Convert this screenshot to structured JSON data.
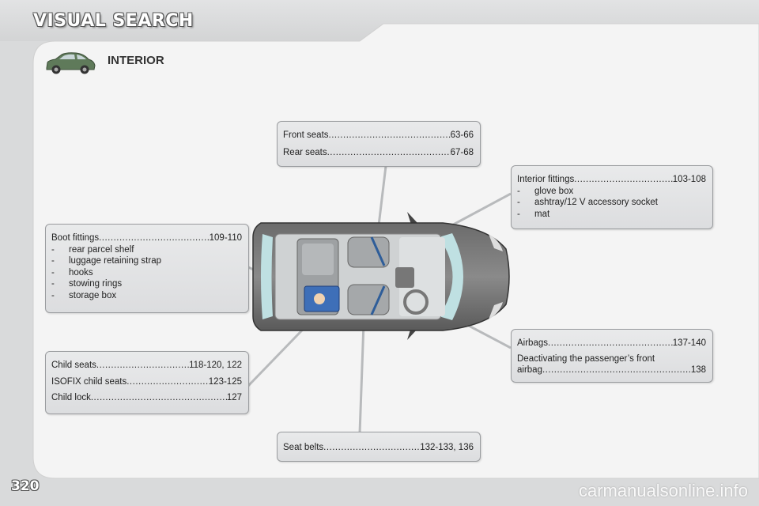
{
  "header": {
    "title": "VISUAL SEARCH"
  },
  "section": {
    "title": "INTERIOR"
  },
  "footer": {
    "page_number": "320",
    "watermark": "carmanualsonline.info"
  },
  "callouts": {
    "front_rear": {
      "rows": [
        {
          "label": "Front seats",
          "pages": "63-66"
        },
        {
          "label": "Rear seats",
          "pages": "67-68"
        }
      ]
    },
    "interior": {
      "label": "Interior fittings",
      "pages": "103-108",
      "items": [
        "glove box",
        "ashtray/12 V accessory socket",
        "mat"
      ]
    },
    "boot": {
      "label": "Boot fittings",
      "pages": "109-110",
      "items": [
        "rear parcel shelf",
        "luggage retaining strap",
        "hooks",
        "stowing rings",
        "storage box"
      ]
    },
    "child": {
      "rows": [
        {
          "label": "Child seats",
          "pages": "118-120, 122"
        },
        {
          "label": "ISOFIX child seats",
          "pages": "123-125"
        },
        {
          "label": "Child lock",
          "pages": "127"
        }
      ]
    },
    "airbags": {
      "label": "Airbags",
      "pages": "137-140",
      "text1": "Deactivating the passenger’s front",
      "text2": "airbag",
      "pages2": "138"
    },
    "seatbelts": {
      "label": "Seat belts",
      "pages": "132-133, 136"
    }
  },
  "dash": "-"
}
